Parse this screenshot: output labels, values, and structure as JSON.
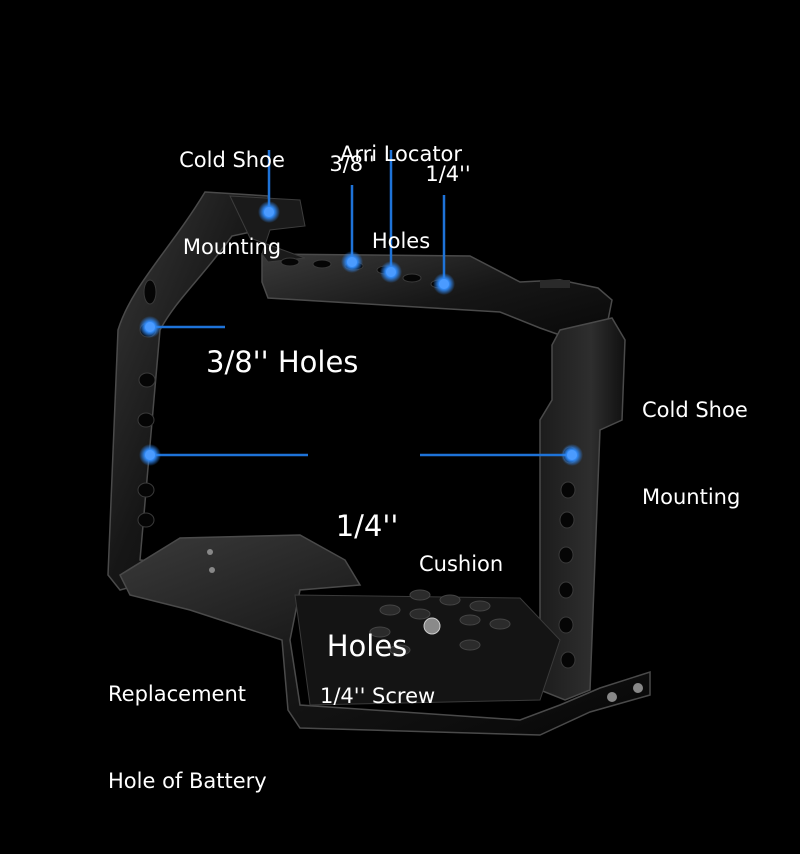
{
  "colors": {
    "background": "#000000",
    "text": "#ffffff",
    "callout_line": "#1e73d8",
    "callout_dot": "#2f86f0",
    "metal_dark": "#0b0b0b",
    "metal_mid": "#262626",
    "metal_edge": "#4a4a4a"
  },
  "labels": {
    "cold_shoe_top_line1": "Cold Shoe",
    "cold_shoe_top_line2": "Mounting",
    "arri_line1": "Arri Locator",
    "arri_line2": "Holes",
    "three_eighths_top": "3/8''",
    "quarter_top": "1/4''",
    "three_eighths_holes": "3/8'' Holes",
    "quarter_holes_line1": "1/4''",
    "quarter_holes_line2": "Holes",
    "cold_shoe_right_line1": "Cold Shoe",
    "cold_shoe_right_line2": "Mounting",
    "cushion": "Cushion",
    "battery_line1": "Replacement",
    "battery_line2": "Hole of Battery",
    "screw": "1/4'' Screw"
  }
}
